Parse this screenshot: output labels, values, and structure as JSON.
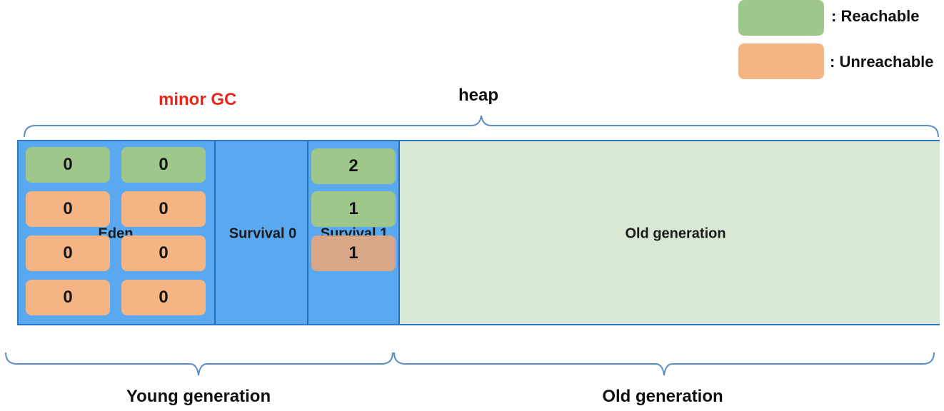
{
  "colors": {
    "reachable": "#9fc78b",
    "unreachable": "#f5b484",
    "unreachable_dim": "#d9a688",
    "heap_blue": "#5aa8f0",
    "heap_border": "#2f76c9",
    "old_generation_fill": "#d9e8d5",
    "title_red": "#e8261a",
    "brace": "#5b8fc4"
  },
  "legend": {
    "reachable_label": ": Reachable",
    "unreachable_label": ": Unreachable"
  },
  "titles": {
    "event": "minor GC",
    "heap": "heap"
  },
  "regions": {
    "eden": "Eden",
    "survival0": "Survival 0",
    "survival1": "Survival 1",
    "old": "Old generation"
  },
  "eden_objects": [
    {
      "age": "0",
      "state": "reachable"
    },
    {
      "age": "0",
      "state": "reachable"
    },
    {
      "age": "0",
      "state": "unreachable"
    },
    {
      "age": "0",
      "state": "unreachable"
    },
    {
      "age": "0",
      "state": "unreachable"
    },
    {
      "age": "0",
      "state": "unreachable"
    },
    {
      "age": "0",
      "state": "unreachable"
    },
    {
      "age": "0",
      "state": "unreachable"
    }
  ],
  "survival1_objects": [
    {
      "age": "2",
      "state": "reachable"
    },
    {
      "age": "1",
      "state": "reachable"
    },
    {
      "age": "1",
      "state": "unreachable"
    }
  ],
  "bottom_labels": {
    "young": "Young generation",
    "old": "Old generation"
  }
}
